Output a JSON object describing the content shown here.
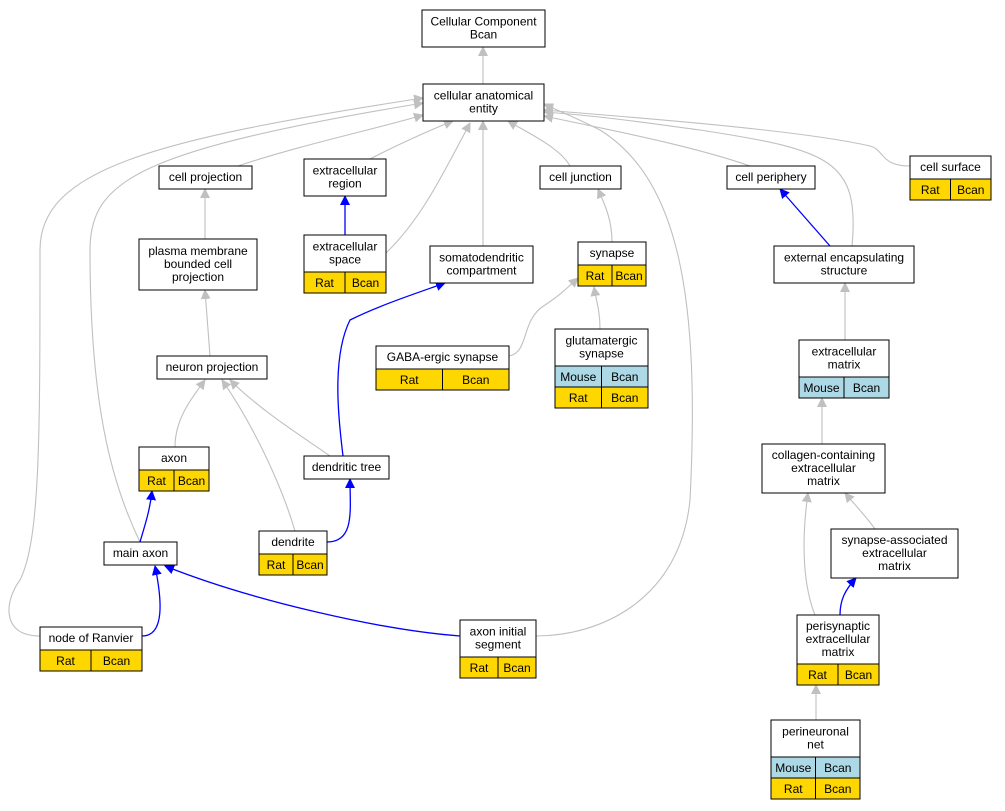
{
  "colors": {
    "rat": "#ffd700",
    "mouse": "#add8e6",
    "edge_gray": "#c0c0c0",
    "edge_blue": "#0000ff",
    "node_fill": "#ffffff",
    "node_stroke": "#000000"
  },
  "nodes": {
    "cellular_component": {
      "lines": [
        "Cellular Component",
        "Bcan"
      ]
    },
    "cellular_anatomical_entity": {
      "lines": [
        "cellular anatomical",
        "entity"
      ]
    },
    "cell_projection": {
      "lines": [
        "cell projection"
      ]
    },
    "extracellular_region": {
      "lines": [
        "extracellular",
        "region"
      ]
    },
    "cell_junction": {
      "lines": [
        "cell junction"
      ]
    },
    "cell_periphery": {
      "lines": [
        "cell periphery"
      ]
    },
    "cell_surface": {
      "lines": [
        "cell surface"
      ],
      "rows": [
        [
          "Rat",
          "Bcan"
        ]
      ]
    },
    "plasma_membrane_bounded": {
      "lines": [
        "plasma membrane",
        "bounded cell",
        "projection"
      ]
    },
    "extracellular_space": {
      "lines": [
        "extracellular",
        "space"
      ],
      "rows": [
        [
          "Rat",
          "Bcan"
        ]
      ]
    },
    "somatodendritic": {
      "lines": [
        "somatodendritic",
        "compartment"
      ]
    },
    "synapse": {
      "lines": [
        "synapse"
      ],
      "rows": [
        [
          "Rat",
          "Bcan"
        ]
      ]
    },
    "external_encapsulating": {
      "lines": [
        "external encapsulating",
        "structure"
      ]
    },
    "gaba_synapse": {
      "lines": [
        "GABA-ergic synapse"
      ],
      "rows": [
        [
          "Rat",
          "Bcan"
        ]
      ]
    },
    "glutamatergic_synapse": {
      "lines": [
        "glutamatergic",
        "synapse"
      ],
      "rows": [
        [
          "Mouse",
          "Bcan"
        ],
        [
          "Rat",
          "Bcan"
        ]
      ]
    },
    "neuron_projection": {
      "lines": [
        "neuron projection"
      ]
    },
    "extracellular_matrix": {
      "lines": [
        "extracellular",
        "matrix"
      ],
      "rows": [
        [
          "Mouse",
          "Bcan"
        ]
      ]
    },
    "axon": {
      "lines": [
        "axon"
      ],
      "rows": [
        [
          "Rat",
          "Bcan"
        ]
      ]
    },
    "dendritic_tree": {
      "lines": [
        "dendritic tree"
      ]
    },
    "collagen_matrix": {
      "lines": [
        "collagen-containing",
        "extracellular",
        "matrix"
      ]
    },
    "main_axon": {
      "lines": [
        "main axon"
      ]
    },
    "dendrite": {
      "lines": [
        "dendrite"
      ],
      "rows": [
        [
          "Rat",
          "Bcan"
        ]
      ]
    },
    "synapse_associated_matrix": {
      "lines": [
        "synapse-associated",
        "extracellular",
        "matrix"
      ]
    },
    "node_of_ranvier": {
      "lines": [
        "node of Ranvier"
      ],
      "rows": [
        [
          "Rat",
          "Bcan"
        ]
      ]
    },
    "axon_initial_segment": {
      "lines": [
        "axon initial",
        "segment"
      ],
      "rows": [
        [
          "Rat",
          "Bcan"
        ]
      ]
    },
    "perisynaptic_matrix": {
      "lines": [
        "perisynaptic",
        "extracellular",
        "matrix"
      ],
      "rows": [
        [
          "Rat",
          "Bcan"
        ]
      ]
    },
    "perineuronal_net": {
      "lines": [
        "perineuronal",
        "net"
      ],
      "rows": [
        [
          "Mouse",
          "Bcan"
        ],
        [
          "Rat",
          "Bcan"
        ]
      ]
    }
  },
  "edges": [
    {
      "from": "cellular_anatomical_entity",
      "to": "cellular_component",
      "color": "gray"
    },
    {
      "from": "cell_projection",
      "to": "cellular_anatomical_entity",
      "color": "gray"
    },
    {
      "from": "extracellular_region",
      "to": "cellular_anatomical_entity",
      "color": "gray"
    },
    {
      "from": "cell_junction",
      "to": "cellular_anatomical_entity",
      "color": "gray"
    },
    {
      "from": "cell_periphery",
      "to": "cellular_anatomical_entity",
      "color": "gray"
    },
    {
      "from": "cell_surface",
      "to": "cellular_anatomical_entity",
      "color": "gray"
    },
    {
      "from": "extracellular_space",
      "to": "cellular_anatomical_entity",
      "color": "gray"
    },
    {
      "from": "somatodendritic",
      "to": "cellular_anatomical_entity",
      "color": "gray"
    },
    {
      "from": "external_encapsulating",
      "to": "cellular_anatomical_entity",
      "color": "gray"
    },
    {
      "from": "main_axon",
      "to": "cellular_anatomical_entity",
      "color": "gray"
    },
    {
      "from": "node_of_ranvier",
      "to": "cellular_anatomical_entity",
      "color": "gray"
    },
    {
      "from": "axon_initial_segment",
      "to": "cellular_anatomical_entity",
      "color": "gray"
    },
    {
      "from": "plasma_membrane_bounded",
      "to": "cell_projection",
      "color": "gray"
    },
    {
      "from": "extracellular_space",
      "to": "extracellular_region",
      "color": "blue"
    },
    {
      "from": "synapse",
      "to": "cell_junction",
      "color": "gray"
    },
    {
      "from": "external_encapsulating",
      "to": "cell_periphery",
      "color": "blue"
    },
    {
      "from": "neuron_projection",
      "to": "plasma_membrane_bounded",
      "color": "gray"
    },
    {
      "from": "dendritic_tree",
      "to": "somatodendritic",
      "color": "blue"
    },
    {
      "from": "gaba_synapse",
      "to": "synapse",
      "color": "gray"
    },
    {
      "from": "glutamatergic_synapse",
      "to": "synapse",
      "color": "gray"
    },
    {
      "from": "extracellular_matrix",
      "to": "external_encapsulating",
      "color": "gray"
    },
    {
      "from": "axon",
      "to": "neuron_projection",
      "color": "gray"
    },
    {
      "from": "dendrite",
      "to": "neuron_projection",
      "color": "gray"
    },
    {
      "from": "dendritic_tree",
      "to": "neuron_projection",
      "color": "gray"
    },
    {
      "from": "collagen_matrix",
      "to": "extracellular_matrix",
      "color": "gray"
    },
    {
      "from": "main_axon",
      "to": "axon",
      "color": "blue"
    },
    {
      "from": "dendrite",
      "to": "dendritic_tree",
      "color": "blue"
    },
    {
      "from": "synapse_associated_matrix",
      "to": "collagen_matrix",
      "color": "gray"
    },
    {
      "from": "perisynaptic_matrix",
      "to": "collagen_matrix",
      "color": "gray"
    },
    {
      "from": "node_of_ranvier",
      "to": "main_axon",
      "color": "blue"
    },
    {
      "from": "axon_initial_segment",
      "to": "main_axon",
      "color": "blue"
    },
    {
      "from": "perisynaptic_matrix",
      "to": "synapse_associated_matrix",
      "color": "blue"
    },
    {
      "from": "perineuronal_net",
      "to": "perisynaptic_matrix",
      "color": "gray"
    }
  ]
}
